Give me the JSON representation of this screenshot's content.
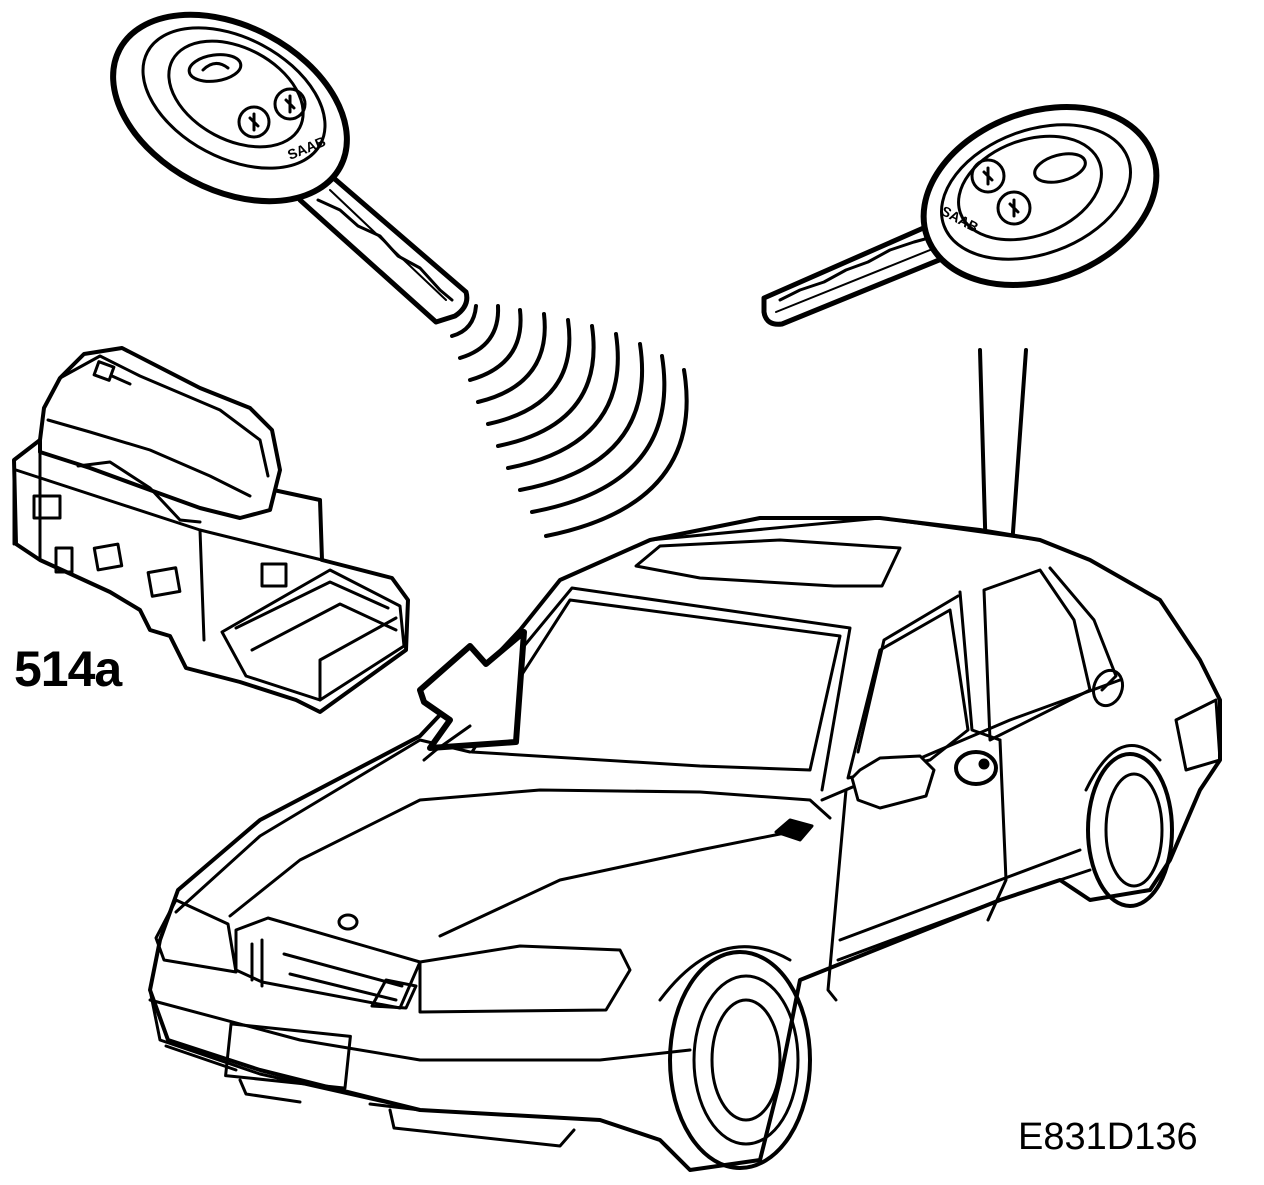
{
  "diagram": {
    "part_label": "514a",
    "figure_code": "E831D136",
    "key_fob_brand": "SAAB",
    "colors": {
      "line": "#000000",
      "background": "#ffffff"
    }
  }
}
